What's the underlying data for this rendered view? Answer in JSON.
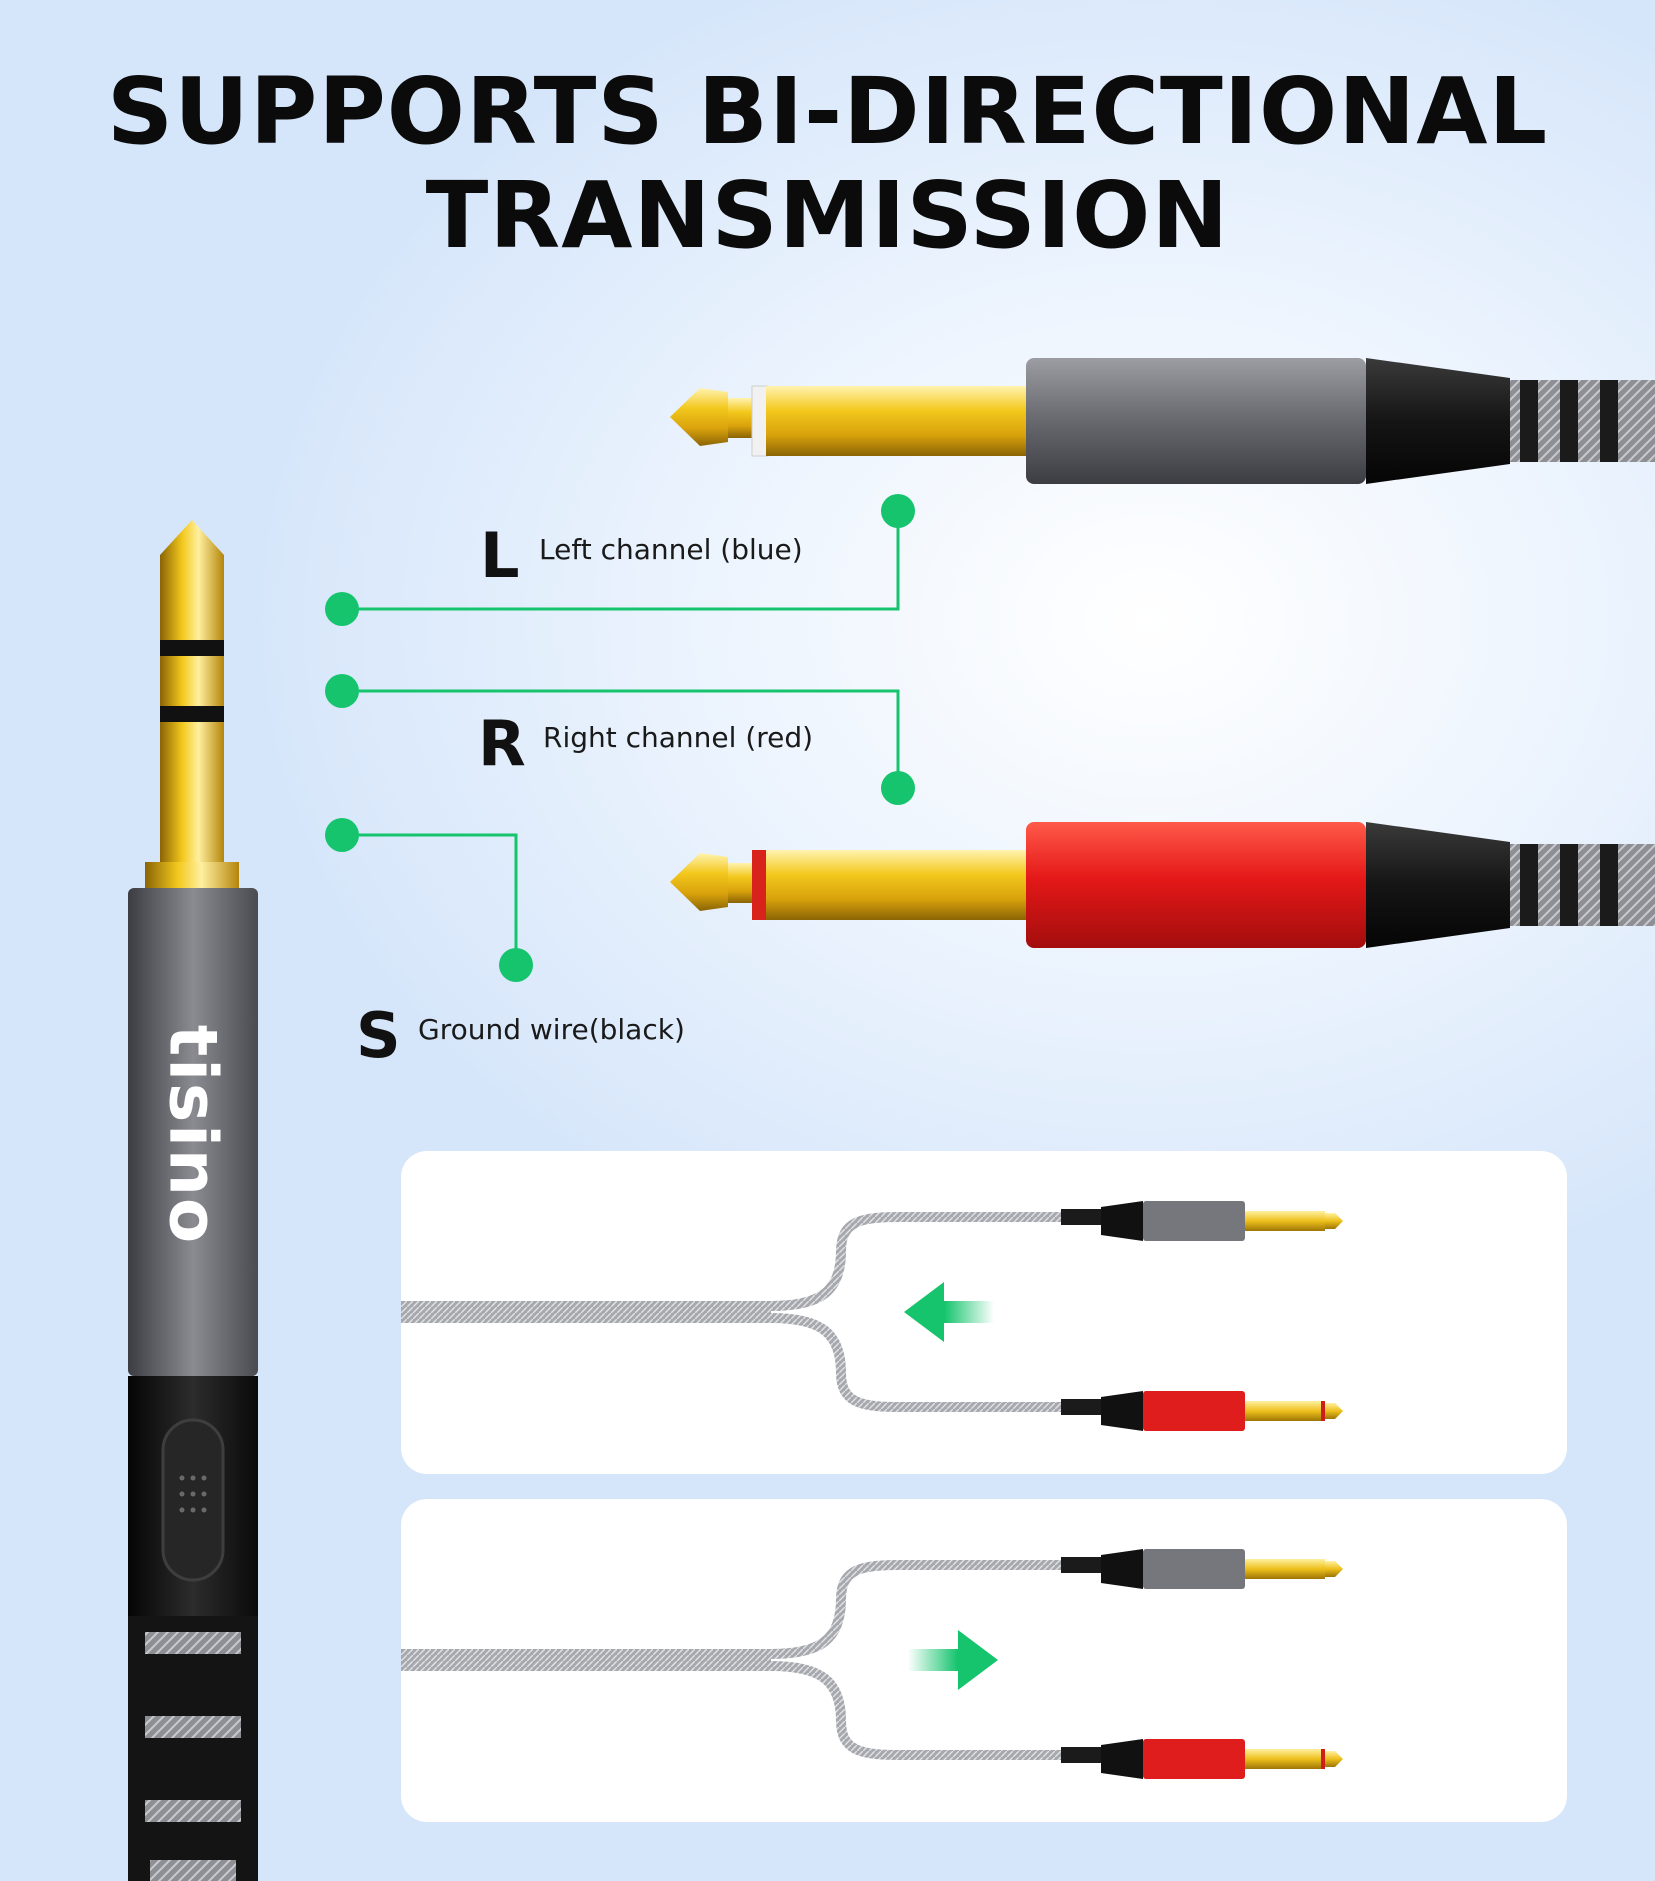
{
  "title": {
    "line1": "SUPPORTS BI-DIRECTIONAL",
    "line2": "TRANSMISSION"
  },
  "channels": [
    {
      "letter": "L",
      "description": "Left channel (blue)"
    },
    {
      "letter": "R",
      "description": "Right channel (red)"
    },
    {
      "letter": "S",
      "description": "Ground wire(black)"
    }
  ],
  "brand": {
    "logo_text": "tisino"
  },
  "diagrams": [
    {
      "direction": "left",
      "arrow_icon": "arrow-left-icon"
    },
    {
      "direction": "right",
      "arrow_icon": "arrow-right-icon"
    }
  ],
  "colors": {
    "accent_green": "#16c46e",
    "gold": "#f2c41a",
    "red_plug": "#e51c1c",
    "gray_plug": "#6f7076",
    "text": "#111111"
  }
}
